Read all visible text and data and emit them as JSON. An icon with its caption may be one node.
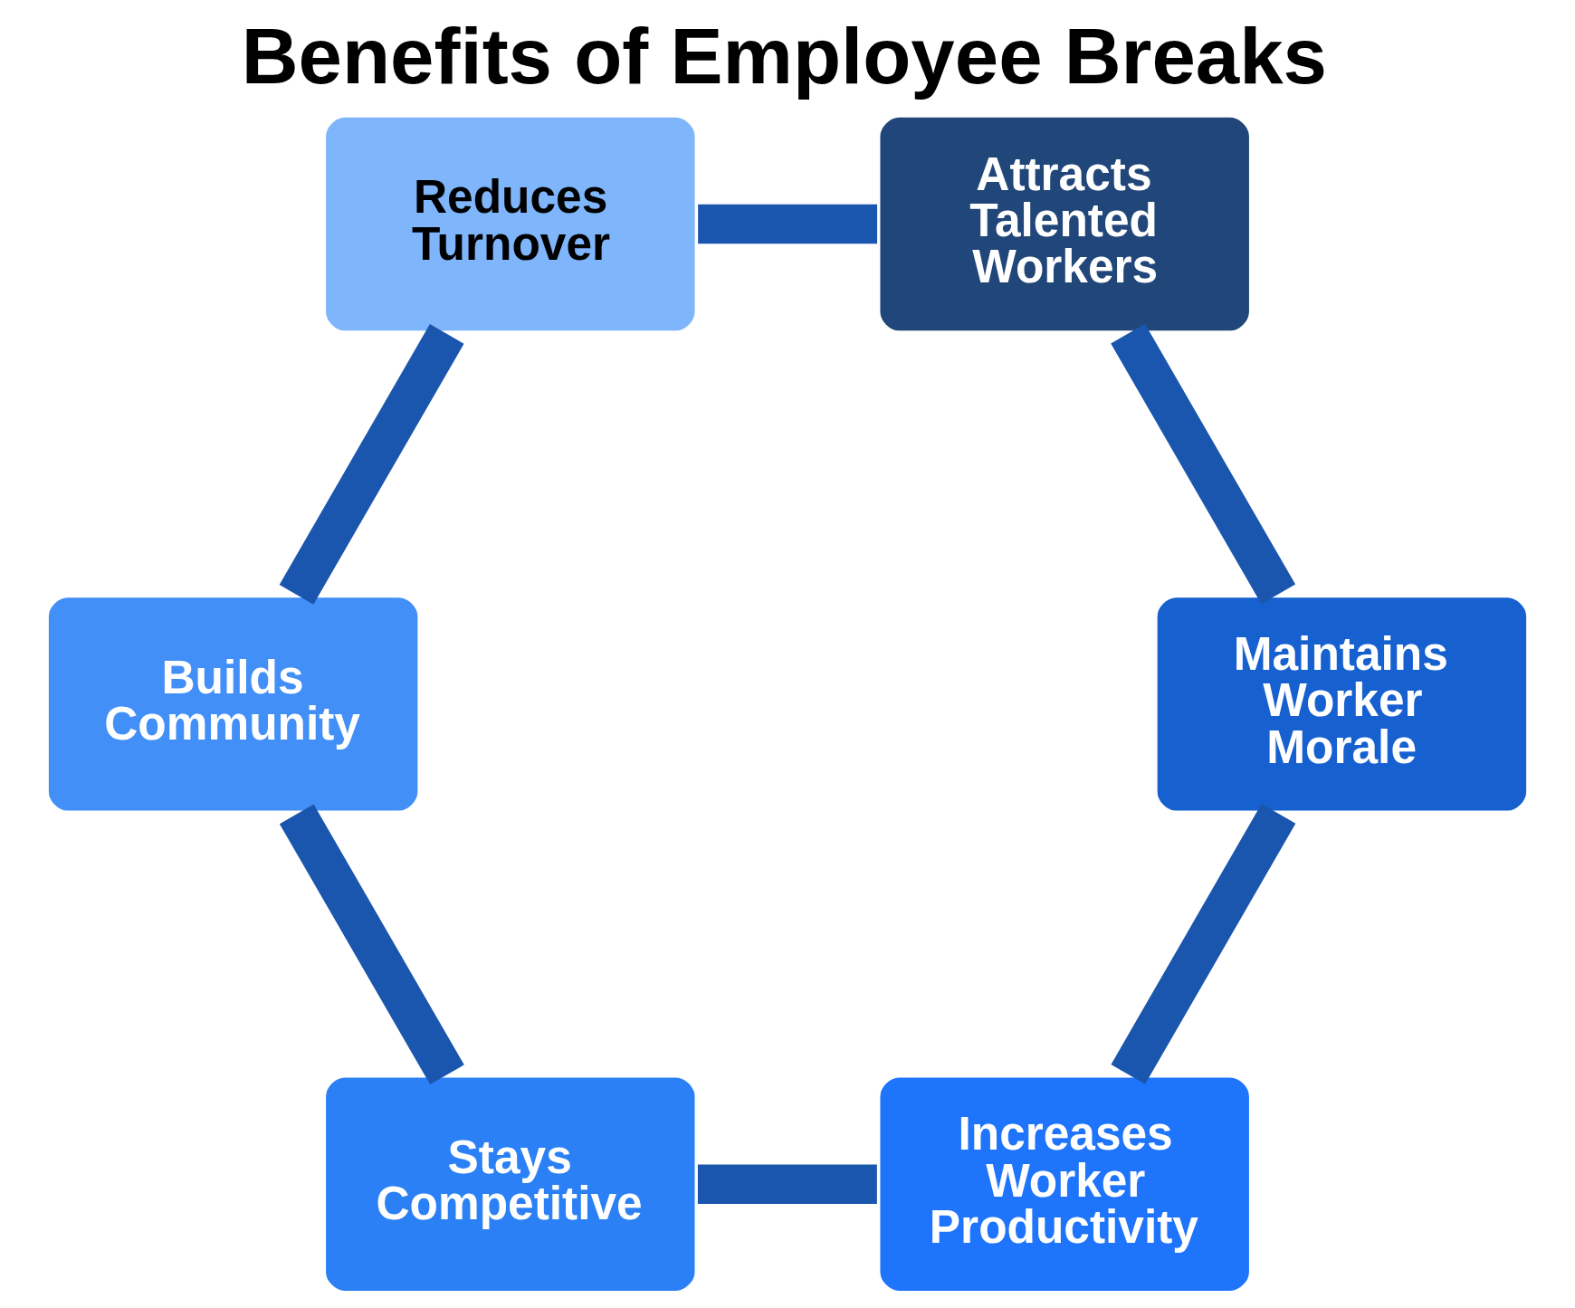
{
  "diagram": {
    "title": "Benefits of Employee Breaks",
    "nodes": [
      {
        "text": [
          "Reduces Turnover"
        ]
      },
      {
        "text": [
          "Attracts Talented Workers"
        ]
      },
      {
        "text": [
          "Maintains Worker Morale"
        ]
      },
      {
        "text": [
          "Increases Worker Productivity"
        ]
      },
      {
        "text": [
          "Stays Competitive"
        ]
      },
      {
        "text": [
          "Builds Community"
        ]
      }
    ],
    "edges": [
      {
        "from": 0,
        "to": 1,
        "arrow": "none"
      },
      {
        "from": 1,
        "to": 2,
        "arrow": "none"
      },
      {
        "from": 2,
        "to": 3,
        "arrow": "none"
      },
      {
        "from": 3,
        "to": 4,
        "arrow": "none"
      },
      {
        "from": 4,
        "to": 5,
        "arrow": "none"
      },
      {
        "from": 5,
        "to": 0,
        "arrow": "none"
      }
    ]
  }
}
